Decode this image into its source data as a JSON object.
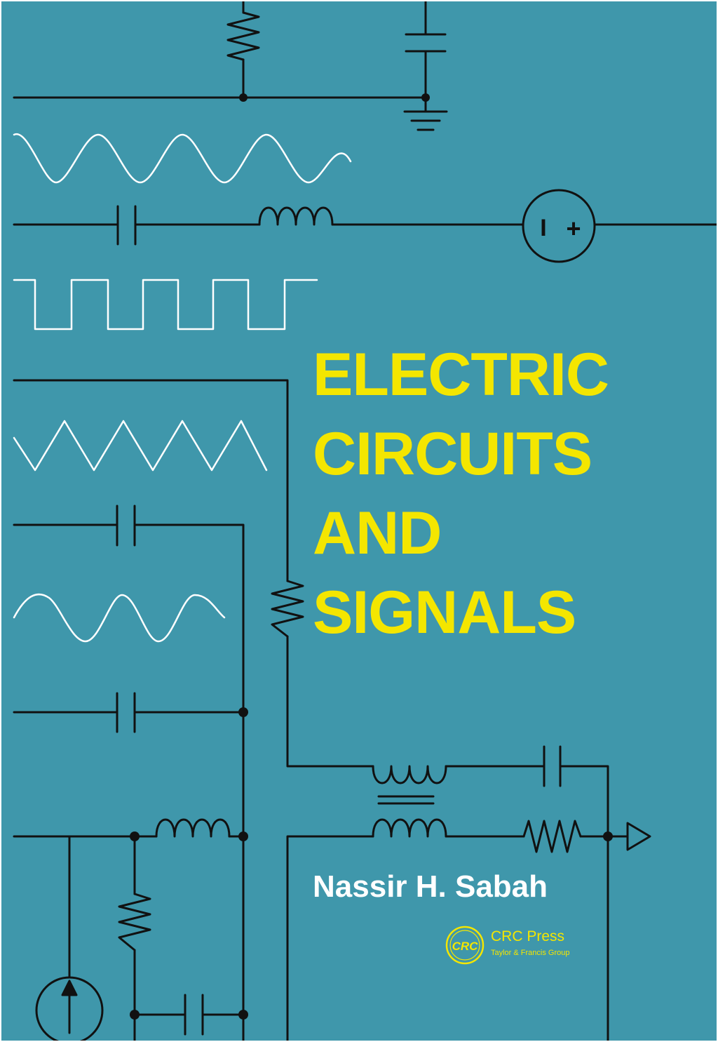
{
  "cover": {
    "background": "#3f97ab",
    "title_lines": [
      "ELECTRIC",
      "CIRCUITS",
      "AND",
      "SIGNALS"
    ],
    "author": "Nassir H. Sabah",
    "publisher": {
      "logo_text": "CRC",
      "name": "CRC Press",
      "group": "Taylor & Francis Group"
    },
    "source_polarity_symbols": [
      "I",
      "+"
    ]
  },
  "colors": {
    "title": "#f4e600",
    "author": "#ffffff",
    "wires": "#111111",
    "waveforms": "#ffffff",
    "publisher": "#f4e600"
  },
  "icons": [
    "resistor-icon",
    "capacitor-icon",
    "inductor-icon",
    "ground-icon",
    "voltage-source-icon",
    "current-source-icon",
    "transformer-icon",
    "output-arrow-icon",
    "sine-wave",
    "square-wave",
    "triangle-wave"
  ]
}
